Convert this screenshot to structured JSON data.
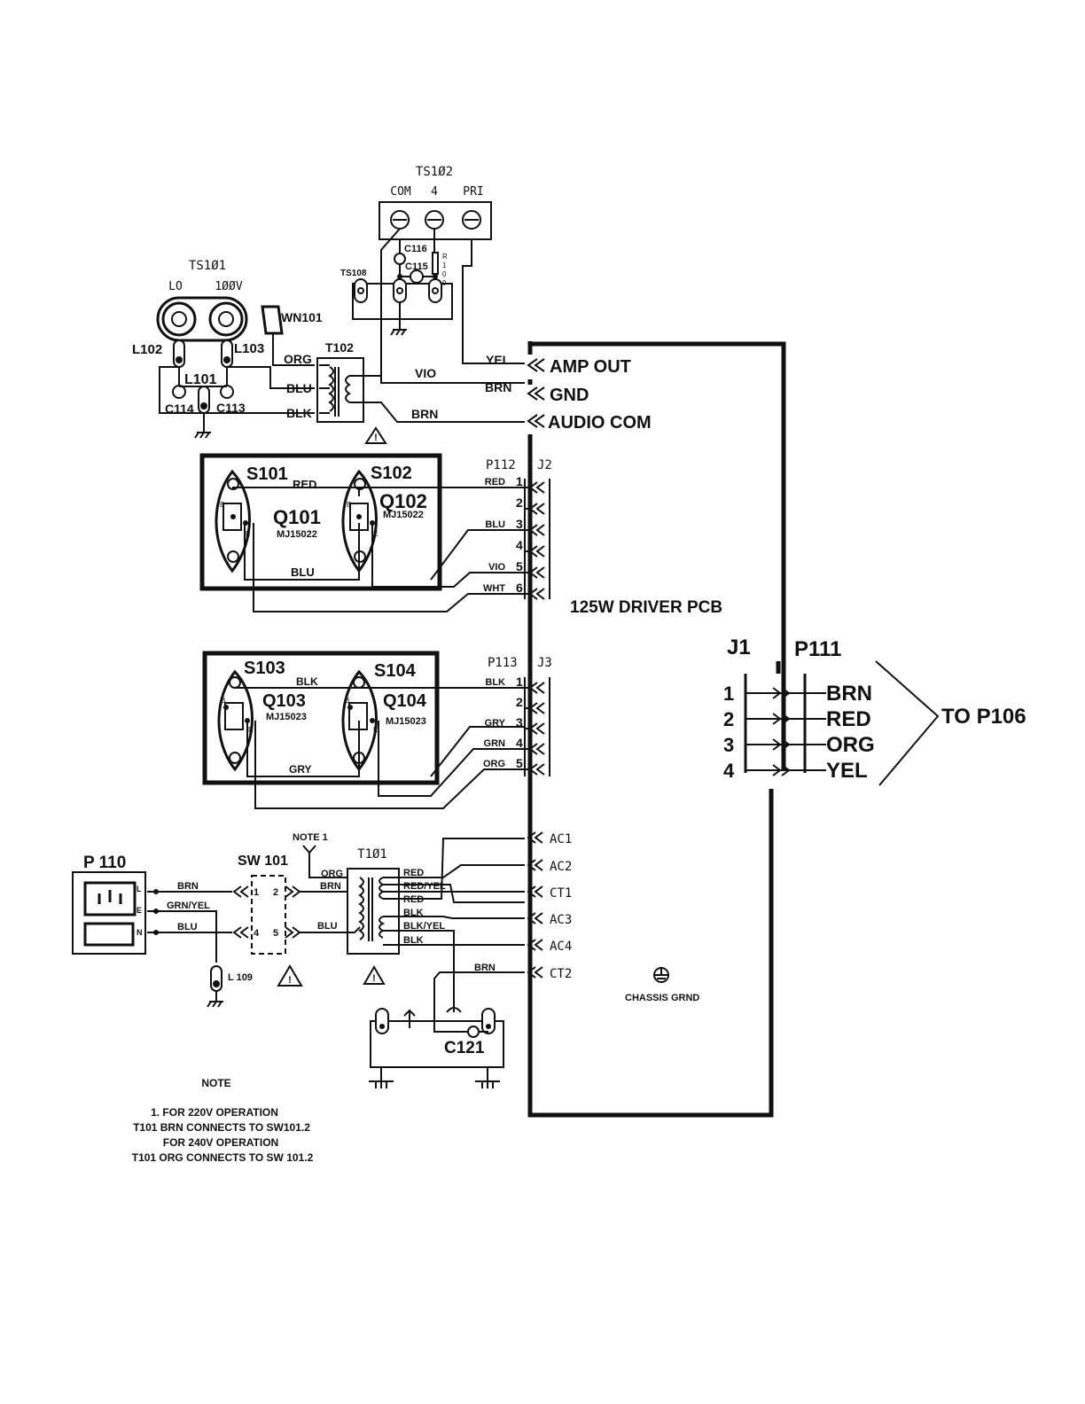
{
  "ts102": {
    "title": "TS1Ø2",
    "com": "COM",
    "four": "4",
    "pri": "PRI"
  },
  "ts101": {
    "title": "TS1Ø1",
    "lo": "LO",
    "v100": "1ØØV"
  },
  "comp": {
    "c116": "C116",
    "c115": "C115",
    "r109": [
      "R",
      "1",
      "0",
      "9"
    ],
    "ts108": "TS108",
    "wn101": "WN101",
    "t102": "T102",
    "l102": "L102",
    "l103": "L103",
    "l101": "L101",
    "c114": "C114",
    "c113": "C113"
  },
  "wires_top": {
    "org": "ORG",
    "blu": "BLU",
    "blk": "BLK",
    "vio": "VIO",
    "yel": "YEL",
    "brn1": "BRN",
    "brn2": "BRN"
  },
  "outputs": {
    "amp_out": "AMP OUT",
    "gnd": "GND",
    "audio_com": "AUDIO COM"
  },
  "board1": {
    "s101": "S101",
    "s102": "S102",
    "q101": "Q101",
    "q102": "Q102",
    "q101_part": "MJ15022",
    "q102_part": "MJ15022",
    "red": "RED",
    "blu": "BLU"
  },
  "p112": {
    "label": "P112",
    "j": "J2",
    "pins": [
      {
        "n": "1",
        "wire": "RED"
      },
      {
        "n": "2",
        "wire": ""
      },
      {
        "n": "3",
        "wire": "BLU"
      },
      {
        "n": "4",
        "wire": ""
      },
      {
        "n": "5",
        "wire": "VIO"
      },
      {
        "n": "6",
        "wire": "WHT"
      }
    ]
  },
  "pcb_label": "125W DRIVER PCB",
  "board2": {
    "s103": "S103",
    "s104": "S104",
    "q103": "Q103",
    "q104": "Q104",
    "q103_part": "MJ15023",
    "q104_part": "MJ15023",
    "blk": "BLK",
    "gry": "GRY"
  },
  "p113": {
    "label": "P113",
    "j": "J3",
    "pins": [
      {
        "n": "1",
        "wire": "BLK"
      },
      {
        "n": "2",
        "wire": ""
      },
      {
        "n": "3",
        "wire": "GRY"
      },
      {
        "n": "4",
        "wire": "GRN"
      },
      {
        "n": "5",
        "wire": "ORG"
      }
    ]
  },
  "j1": {
    "j1": "J1",
    "p111": "P111",
    "to": "TO P106",
    "pins": [
      {
        "n": "1",
        "wire": "BRN"
      },
      {
        "n": "2",
        "wire": "RED"
      },
      {
        "n": "3",
        "wire": "ORG"
      },
      {
        "n": "4",
        "wire": "YEL"
      }
    ]
  },
  "ac": {
    "ac1": "AC1",
    "ac2": "AC2",
    "ct1": "CT1",
    "ac3": "AC3",
    "ac4": "AC4",
    "ct2": "CT2"
  },
  "t101": {
    "title": "T1Ø1",
    "note1": "NOTE 1",
    "org": "ORG",
    "brn": "BRN",
    "blu": "BLU",
    "sec": [
      "RED",
      "RED/YEL",
      "RED",
      "BLK",
      "BLK/YEL",
      "BLK"
    ],
    "brn_ct2": "BRN"
  },
  "p110": {
    "title": "P 110",
    "l": "L",
    "e": "E",
    "n": "N",
    "brn": "BRN",
    "grnyel": "GRN/YEL",
    "blu": "BLU",
    "l109": "L 109"
  },
  "sw101": {
    "title": "SW 101",
    "p1": "1",
    "p2": "2",
    "p4": "4",
    "p5": "5"
  },
  "c121": "C121",
  "chassis": "CHASSIS GRND",
  "note": {
    "title": "NOTE",
    "lines": [
      "1. FOR 220V OPERATION",
      "T101 BRN CONNECTS TO SW101.2",
      "FOR 240V OPERATION",
      "T101 ORG CONNECTS TO SW 101.2"
    ]
  }
}
